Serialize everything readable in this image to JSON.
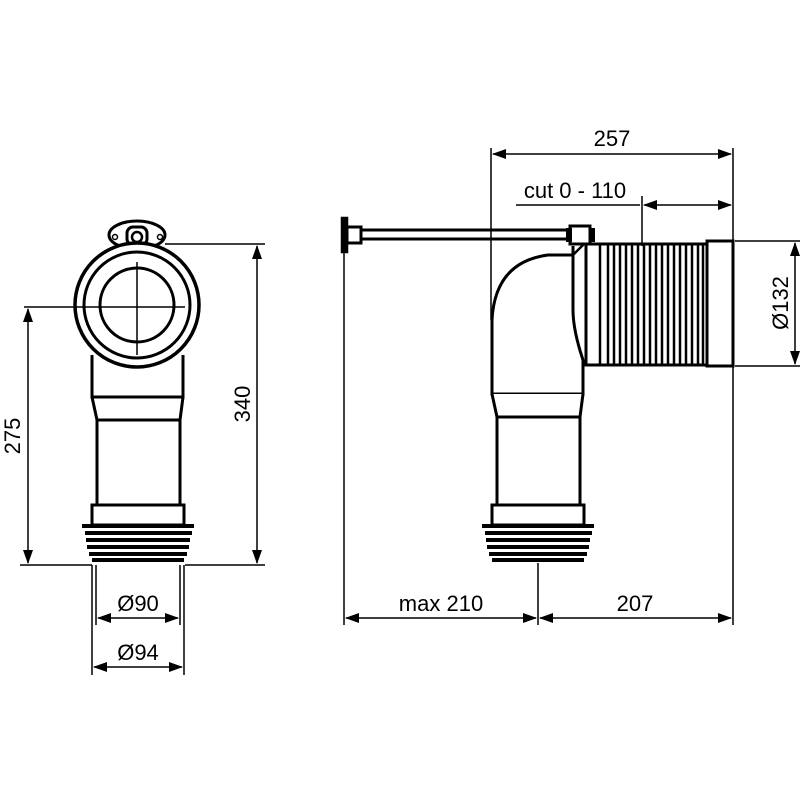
{
  "diagram": {
    "type": "technical-drawing",
    "subject": "WC pan connector, 90 degree bend with telescopic extension",
    "colors": {
      "line": "#000000",
      "background": "#ffffff"
    },
    "front_view": {
      "dimensions": {
        "height_total": "340",
        "height_center": "275",
        "outlet_inner_diameter": "Ø90",
        "outlet_outer_diameter": "Ø94"
      }
    },
    "side_view": {
      "dimensions": {
        "overall_length": "257",
        "cut_range": "cut 0 - 110",
        "inlet_diameter": "Ø132",
        "max_offset": "max 210",
        "outlet_to_end": "207"
      }
    }
  }
}
